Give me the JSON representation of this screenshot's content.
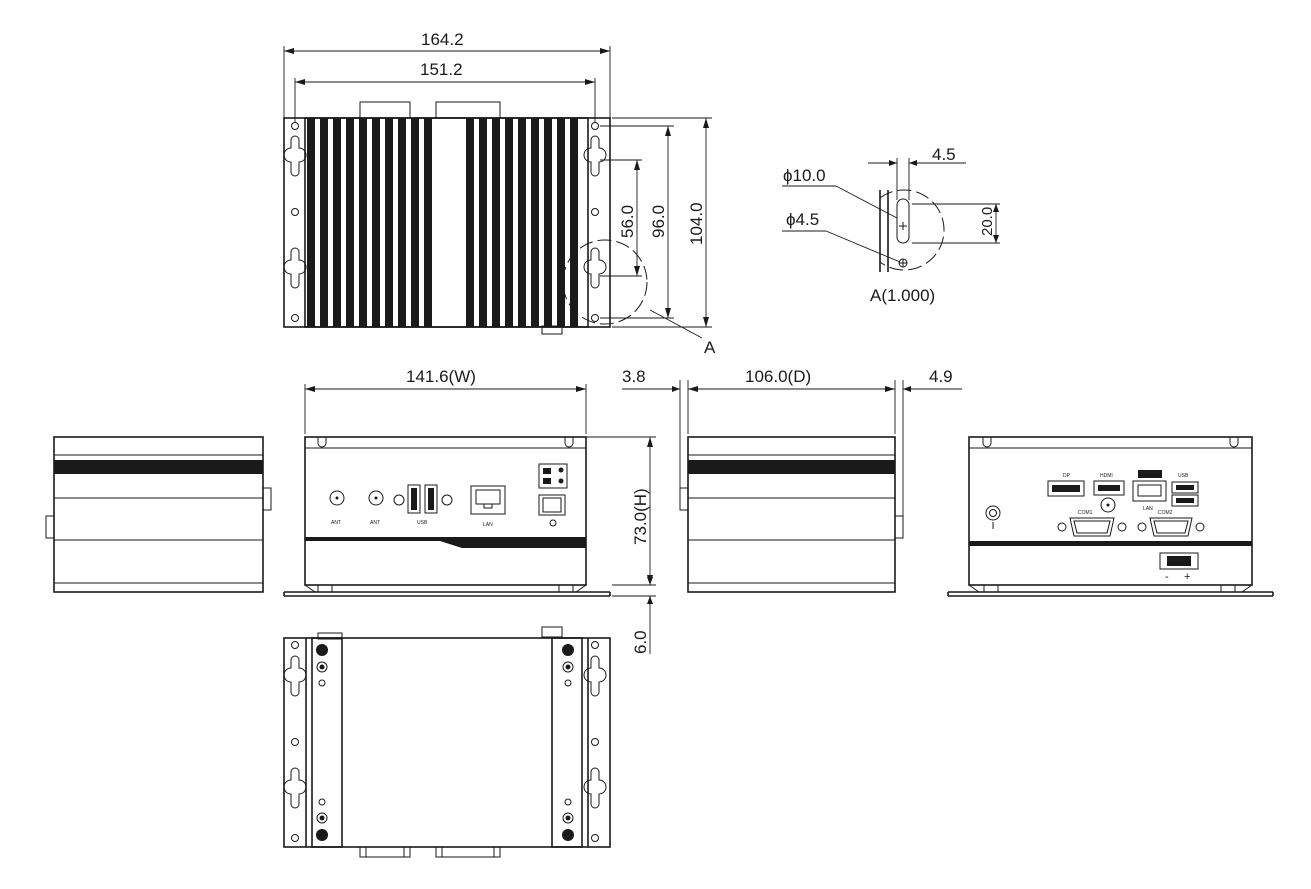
{
  "dimensions": {
    "overall_width": "164.2",
    "hole_spacing_width": "151.2",
    "hole_spacing_56": "56.0",
    "hole_spacing_96": "96.0",
    "overall_depth_104": "104.0",
    "width_w": "141.6(W)",
    "depth_d": "106.0(D)",
    "height_h": "73.0(H)",
    "foot_height": "6.0",
    "offset_left": "3.8",
    "offset_right": "4.9"
  },
  "detail": {
    "callout": "A",
    "title": "A(1.000)",
    "slot_width": "4.5",
    "slot_length": "20.0",
    "diameter_large": "ϕ10.0",
    "diameter_small": "ϕ4.5"
  },
  "port_labels": {
    "ant1": "ANT",
    "ant2": "ANT",
    "usb_front": "USB",
    "lan_front": "LAN",
    "dp": "DP",
    "hdmi": "HDMI",
    "lan_rear": "LAN",
    "usb_rear": "USB",
    "com1": "COM1",
    "com2": "COM2",
    "dc_minus": "-",
    "dc_plus": "+"
  },
  "colors": {
    "line": "#1a1a1a",
    "background": "#ffffff"
  }
}
